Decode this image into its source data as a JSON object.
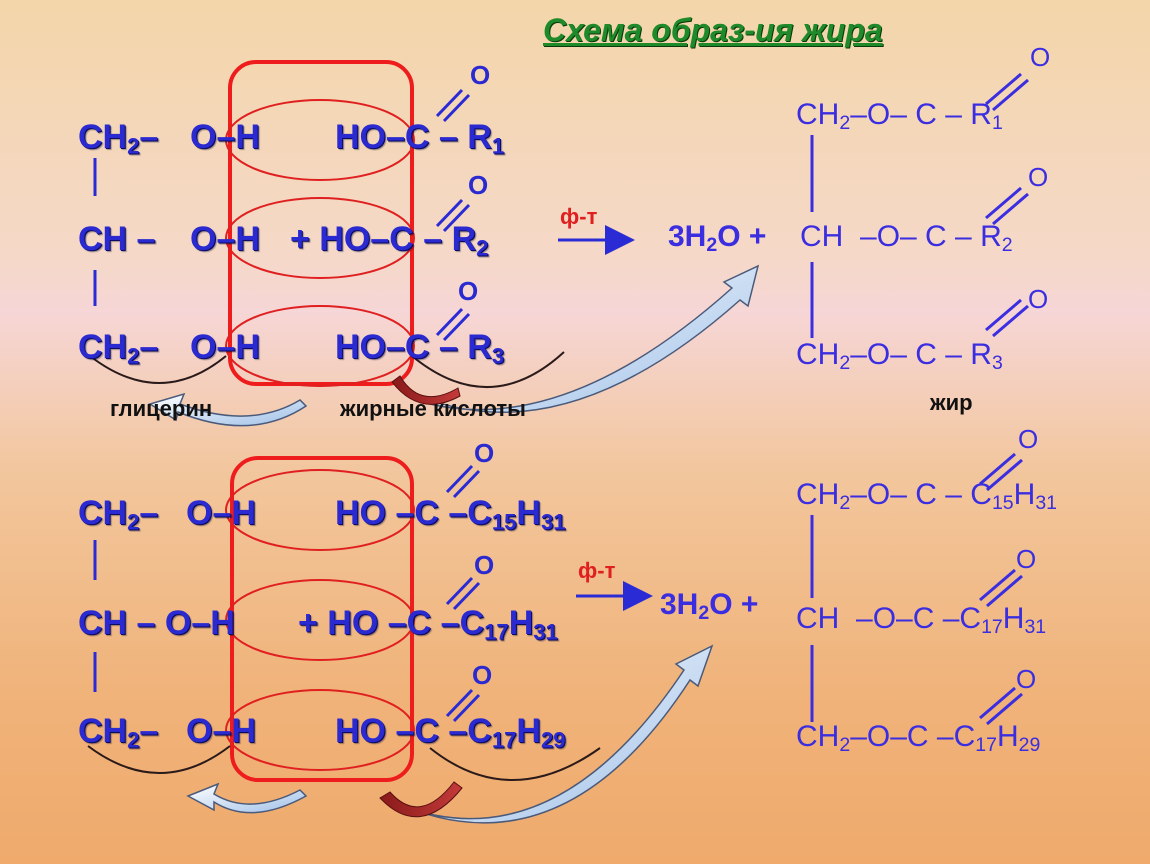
{
  "title": "Схема образ-ия жира",
  "catalyst": "ф-т",
  "labels": {
    "glycerol": "глицерин",
    "acids": "жирные кислоты",
    "fat": "жир"
  },
  "top": {
    "left": [
      {
        "a": "CH",
        "sub": "2",
        "b": "–",
        "c": "O–H",
        "d": "HO–C –",
        "e": "R",
        "esub": "1"
      },
      {
        "a": "CH –",
        "sub": "",
        "b": "",
        "c": "O–H",
        "d": "+ HO–C –",
        "e": "R",
        "esub": "2"
      },
      {
        "a": "CH",
        "sub": "2",
        "b": "–",
        "c": "O–H",
        "d": "HO–C –",
        "e": "R",
        "esub": "3"
      }
    ],
    "o": "O",
    "water": {
      "pre": "3H",
      "sub": "2",
      "post": "O +"
    },
    "right": [
      {
        "a": "CH",
        "sub": "2",
        "b": "–O– C –",
        "r": "R",
        "rsub": "1"
      },
      {
        "a": "CH",
        "sub": "",
        "b": "–O– C –",
        "r": "R",
        "rsub": "2"
      },
      {
        "a": "CH",
        "sub": "2",
        "b": "–O– C –",
        "r": "R",
        "rsub": "3"
      }
    ]
  },
  "bottom": {
    "left": [
      {
        "a": "CH",
        "sub": "2",
        "b": "–",
        "c": "O–H",
        "d": "HO –C –C",
        "s1": "15",
        "h": "H",
        "s2": "31"
      },
      {
        "a": "CH – O–H",
        "sub": "",
        "b": "",
        "c": "",
        "d": "+ HO –C –C",
        "s1": "17",
        "h": "H",
        "s2": "31"
      },
      {
        "a": "CH",
        "sub": "2",
        "b": "–",
        "c": "O–H",
        "d": "HO –C –C",
        "s1": "17",
        "h": "H",
        "s2": "29"
      }
    ],
    "water": {
      "pre": "3H",
      "sub": "2",
      "post": "O +"
    },
    "right": [
      {
        "a": "CH",
        "sub": "2",
        "b": "–O– C – C",
        "s1": "15",
        "h": "H",
        "s2": "31"
      },
      {
        "a": "CH",
        "sub": "",
        "b": "–O–C –C",
        "s1": "17",
        "h": "H",
        "s2": "31"
      },
      {
        "a": "CH",
        "sub": "2",
        "b": "–O–C –C",
        "s1": "17",
        "h": "H",
        "s2": "29"
      }
    ]
  },
  "colors": {
    "text": "#2a2ad0",
    "title": "#1f8a2a",
    "highlight": "#ee1c1c",
    "catalyst": "#e02020"
  }
}
